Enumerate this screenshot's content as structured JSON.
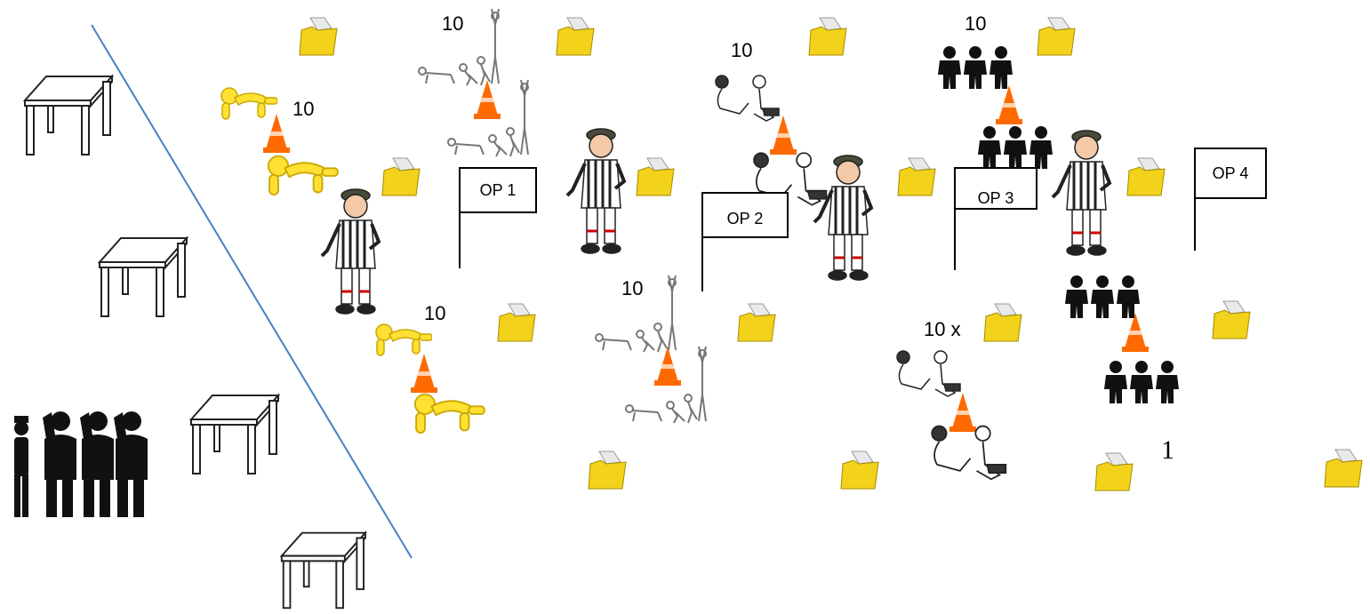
{
  "labels": {
    "rep_a": "10",
    "rep_b": "10",
    "rep_c": "10",
    "rep_d": "10",
    "rep_e": "10",
    "rep_f": "10",
    "rep_g": "10 x",
    "station_num": "1"
  },
  "flags": {
    "op1": "OP 1",
    "op2": "OP 2",
    "op3": "OP 3",
    "op4": "OP 4"
  },
  "colors": {
    "divider_line": "#4a7fc1",
    "cone": "#ff6a00",
    "yellow_figure": "#ffe033",
    "folder": "#f2d21a"
  },
  "icons": [
    "table-icon",
    "cone-icon",
    "folder-icon",
    "referee-icon",
    "crawl-figure-icon",
    "pushup-figure-icon",
    "situp-pair-icon",
    "squat-group-icon",
    "saluting-group-icon"
  ]
}
